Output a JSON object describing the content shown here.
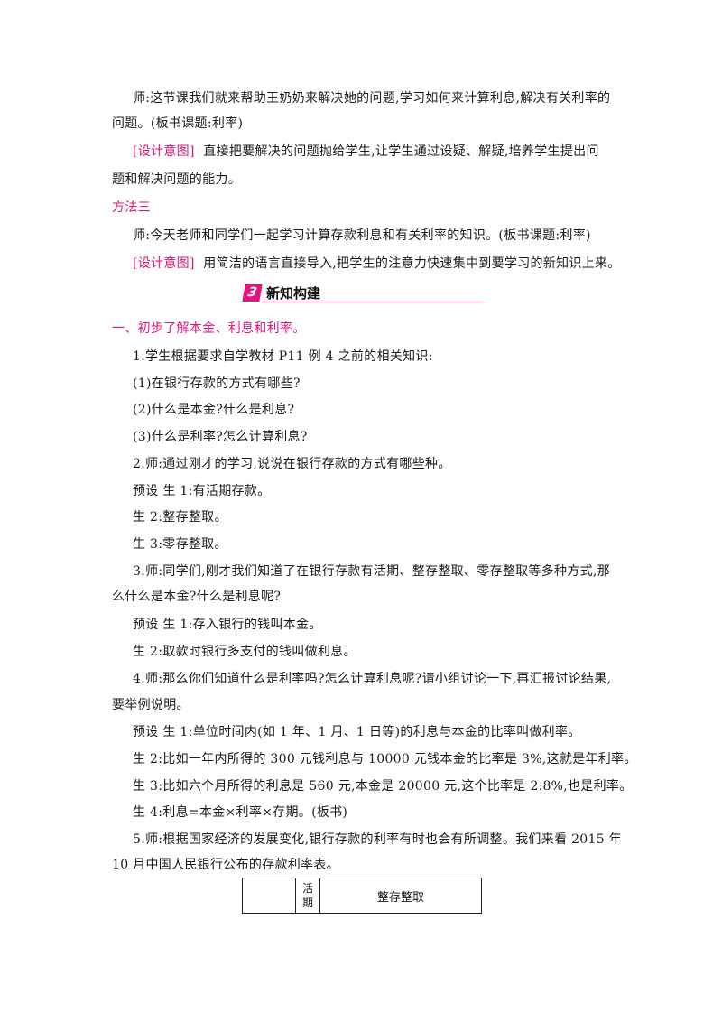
{
  "paragraphs": {
    "p1a": "师:这节课我们就来帮助王奶奶来解决她的问题,学习如何来计算利息,解决有关利率的",
    "p1b": "问题。(板书课题:利率)",
    "design_tag": "[设计意图]",
    "p2a": "直接把要解决的问题抛给学生,让学生通过设疑、解疑,培养学生提出问",
    "p2b": "题和解决问题的能力。",
    "method3": "方法三",
    "p3": "师:今天老师和同学们一起学习计算存款利息和有关利率的知识。(板书课题:利率)",
    "p4": "用简洁的语言直接导入,把学生的注意力快速集中到要学习的新知识上来。"
  },
  "section": {
    "number": "3",
    "title": "新知构建"
  },
  "subheading": "一、初步了解本金、利息和利率。",
  "body": [
    "1.学生根据要求自学教材 P11 例 4 之前的相关知识:",
    "(1)在银行存款的方式有哪些?",
    "(2)什么是本金?什么是利息?",
    "(3)什么是利率?怎么计算利息?",
    "2.师:通过刚才的学习,说说在银行存款的方式有哪些种。",
    "预设  生 1:有活期存款。",
    "生 2:整存整取。",
    "生 3:零存整取。",
    "3.师:同学们,刚才我们知道了在银行存款有活期、整存整取、零存整取等多种方式,那",
    "么什么是本金?什么是利息呢?",
    "预设  生 1:存入银行的钱叫本金。",
    "生 2:取款时银行多支付的钱叫做利息。",
    "4.师:那么你们知道什么是利率吗?怎么计算利息呢?请小组讨论一下,再汇报讨论结果,",
    "要举例说明。",
    "预设  生 1:单位时间内(如 1 年、1 月、1 日等)的利息与本金的比率叫做利率。",
    "生 2:比如一年内所得的 300 元钱利息与 10000 元钱本金的比率是 3%,这就是年利率。",
    "生 3:比如六个月所得的利息是 560 元,本金是 20000 元,这个比率是 2.8%,也是利率。",
    "生 4:利息=本金×利率×存期。(板书)",
    "5.师:根据国家经济的发展变化,银行存款的利率有时也会有所调整。我们来看 2015 年",
    "10 月中国人民银行公布的存款利率表。"
  ],
  "table": {
    "col1": "",
    "col2_line1": "活",
    "col2_line2": "期",
    "col3": "整存整取"
  }
}
